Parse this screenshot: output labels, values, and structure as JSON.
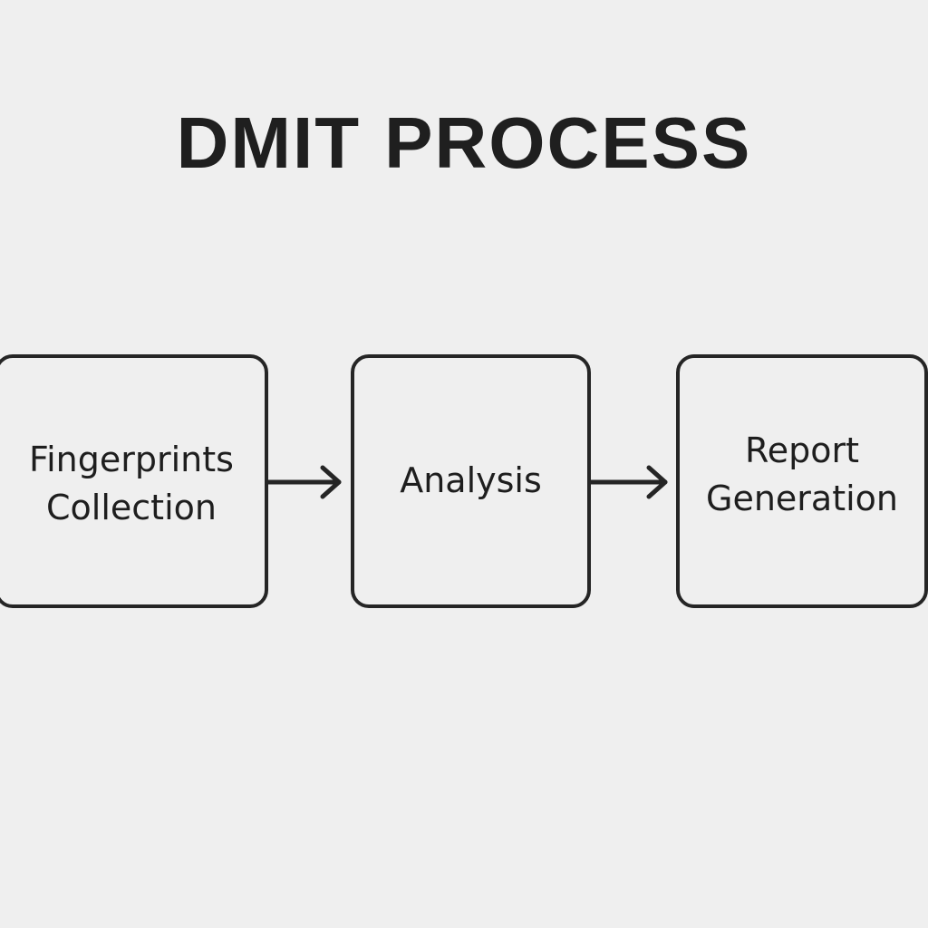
{
  "diagram": {
    "title_words": [
      "DMIT",
      "PROCESS"
    ],
    "steps": [
      {
        "label": "Fingerprints\nCollection"
      },
      {
        "label": "Analysis"
      },
      {
        "label": "Report\nGeneration"
      }
    ],
    "connectors": [
      {
        "from": "Fingerprints Collection",
        "to": "Analysis",
        "icon": "arrow-right-icon"
      },
      {
        "from": "Analysis",
        "to": "Report Generation",
        "icon": "arrow-right-icon"
      }
    ],
    "colors": {
      "background": "#efefef",
      "stroke": "#252525",
      "text": "#1e1e1e"
    }
  }
}
